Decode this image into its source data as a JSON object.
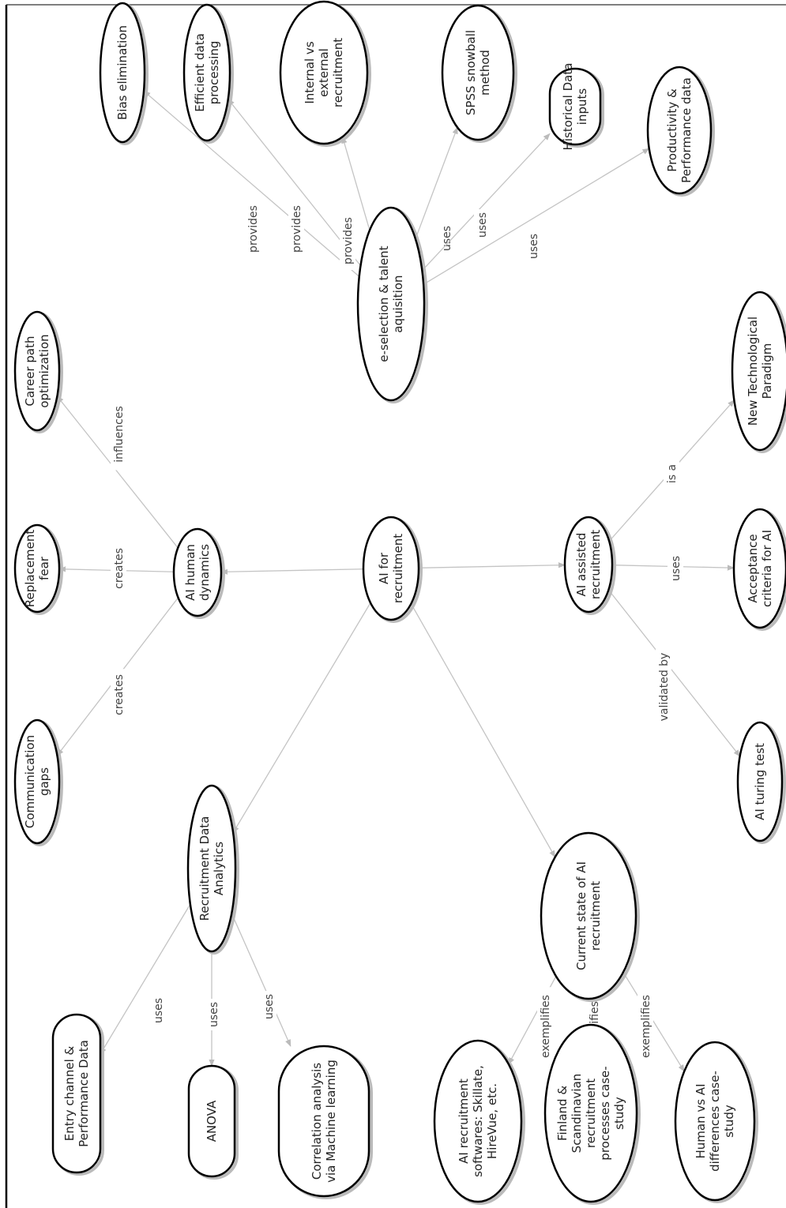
{
  "nodes": [
    {
      "id": "bias",
      "lines": [
        "Bias elimination"
      ]
    },
    {
      "id": "efficient",
      "lines": [
        "Efficient data",
        "processing"
      ]
    },
    {
      "id": "internal",
      "lines": [
        "Internal vs",
        "external",
        "recruitment"
      ]
    },
    {
      "id": "spss",
      "lines": [
        "SPSS snowball",
        "method"
      ]
    },
    {
      "id": "historical",
      "lines": [
        "Historical Data",
        "inputs"
      ]
    },
    {
      "id": "productivity",
      "lines": [
        "Productivity &",
        "Performance data"
      ]
    },
    {
      "id": "career",
      "lines": [
        "Career path",
        "optimization"
      ]
    },
    {
      "id": "replacement",
      "lines": [
        "Replacement",
        "fear"
      ]
    },
    {
      "id": "communication",
      "lines": [
        "Communication",
        "gaps"
      ]
    },
    {
      "id": "human_dyn",
      "lines": [
        "AI human",
        "dynamics"
      ]
    },
    {
      "id": "eselection",
      "lines": [
        "e-selection & talent",
        "aquisition"
      ]
    },
    {
      "id": "ai_rec",
      "lines": [
        "AI for",
        "recruitment"
      ]
    },
    {
      "id": "ai_assisted",
      "lines": [
        "AI assisted",
        "recruitment"
      ]
    },
    {
      "id": "new_tech",
      "lines": [
        "New Technological",
        "Paradigm"
      ]
    },
    {
      "id": "acceptance",
      "lines": [
        "Acceptance",
        "criteria for AI"
      ]
    },
    {
      "id": "turing",
      "lines": [
        "AI turing test"
      ]
    },
    {
      "id": "rda",
      "lines": [
        "Recruitment Data",
        "Analytics"
      ]
    },
    {
      "id": "current",
      "lines": [
        "Current state of AI",
        "recruitment"
      ]
    },
    {
      "id": "entry",
      "lines": [
        "Entry channel &",
        "Performance Data"
      ]
    },
    {
      "id": "anova",
      "lines": [
        "ANOVA"
      ]
    },
    {
      "id": "correlation",
      "lines": [
        "Correlation analysis",
        "via Machine learning"
      ]
    },
    {
      "id": "softwares",
      "lines": [
        "AI recruitment",
        "softwares: Skillate,",
        "HireVue, etc."
      ]
    },
    {
      "id": "finland",
      "lines": [
        "Finland &",
        "Scandinavian",
        "recruitment",
        "processes case-",
        "study"
      ]
    },
    {
      "id": "humanvsai",
      "lines": [
        "Human vs AI",
        "differences case-",
        "study"
      ]
    }
  ],
  "edges": [
    {
      "from": "eselection",
      "to": "bias",
      "label": "provides"
    },
    {
      "from": "eselection",
      "to": "efficient",
      "label": "provides"
    },
    {
      "from": "eselection",
      "to": "internal",
      "label": "provides"
    },
    {
      "from": "eselection",
      "to": "spss",
      "label": "uses"
    },
    {
      "from": "eselection",
      "to": "historical",
      "label": "uses"
    },
    {
      "from": "eselection",
      "to": "productivity",
      "label": "uses"
    },
    {
      "from": "human_dyn",
      "to": "career",
      "label": "influences"
    },
    {
      "from": "human_dyn",
      "to": "replacement",
      "label": "creates"
    },
    {
      "from": "human_dyn",
      "to": "communication",
      "label": "creates"
    },
    {
      "from": "ai_rec",
      "to": "human_dyn",
      "label": ""
    },
    {
      "from": "ai_rec",
      "to": "ai_assisted",
      "label": ""
    },
    {
      "from": "ai_rec",
      "to": "rda",
      "label": ""
    },
    {
      "from": "ai_rec",
      "to": "current",
      "label": ""
    },
    {
      "from": "ai_assisted",
      "to": "new_tech",
      "label": "is a"
    },
    {
      "from": "ai_assisted",
      "to": "acceptance",
      "label": "uses"
    },
    {
      "from": "ai_assisted",
      "to": "turing",
      "label": "validated by"
    },
    {
      "from": "rda",
      "to": "entry",
      "label": "uses"
    },
    {
      "from": "rda",
      "to": "anova",
      "label": "uses"
    },
    {
      "from": "rda",
      "to": "correlation",
      "label": "uses"
    },
    {
      "from": "current",
      "to": "softwares",
      "label": "exemplifies"
    },
    {
      "from": "current",
      "to": "finland",
      "label": "exemplifies"
    },
    {
      "from": "current",
      "to": "humanvsai",
      "label": "exemplifies"
    }
  ]
}
